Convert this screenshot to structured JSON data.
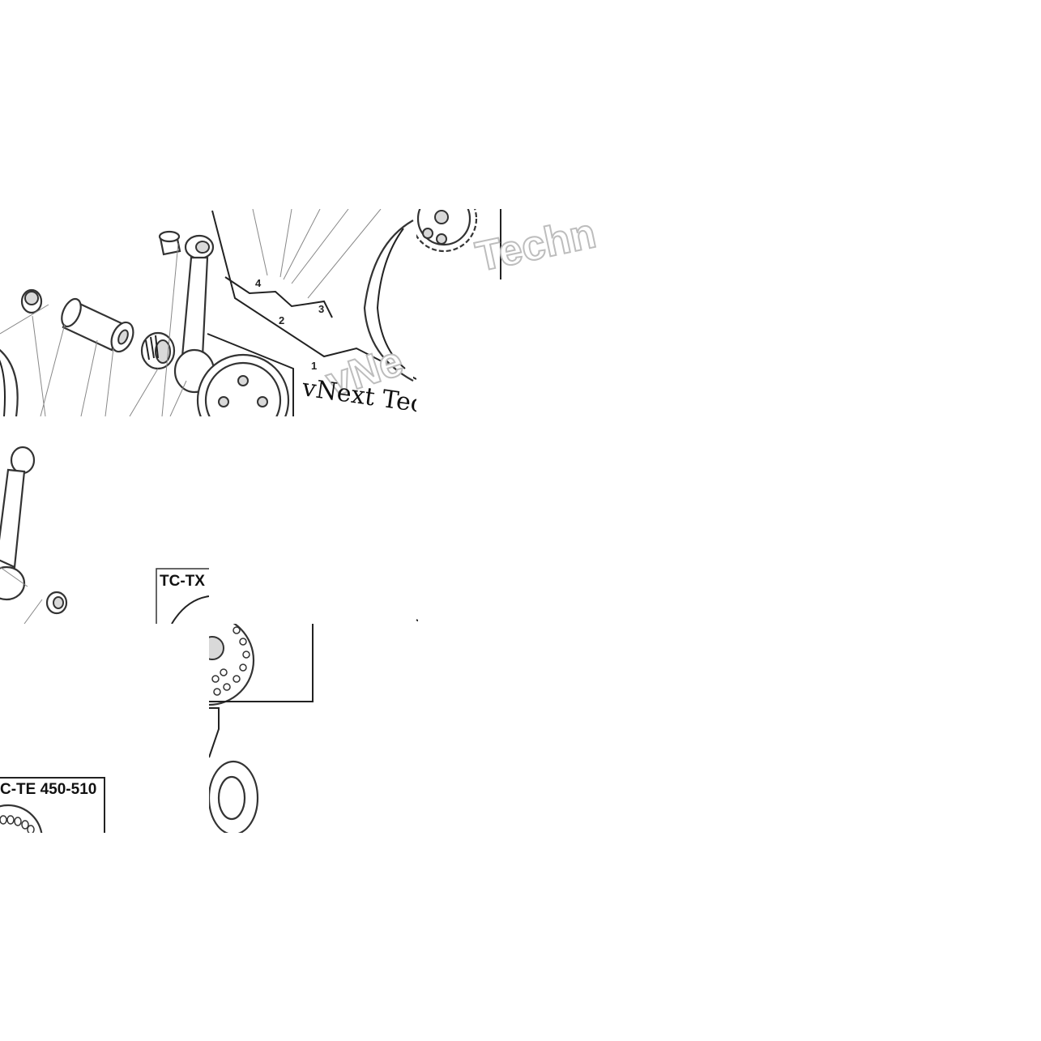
{
  "callouts": [
    "1",
    "2",
    "3",
    "4"
  ],
  "model_labels": [
    "TC-TX",
    "C-TE 450-510"
  ],
  "watermarks": {
    "outlined_top": "Techn",
    "outlined_mid": "vNe",
    "serif": "vNext Tec"
  }
}
